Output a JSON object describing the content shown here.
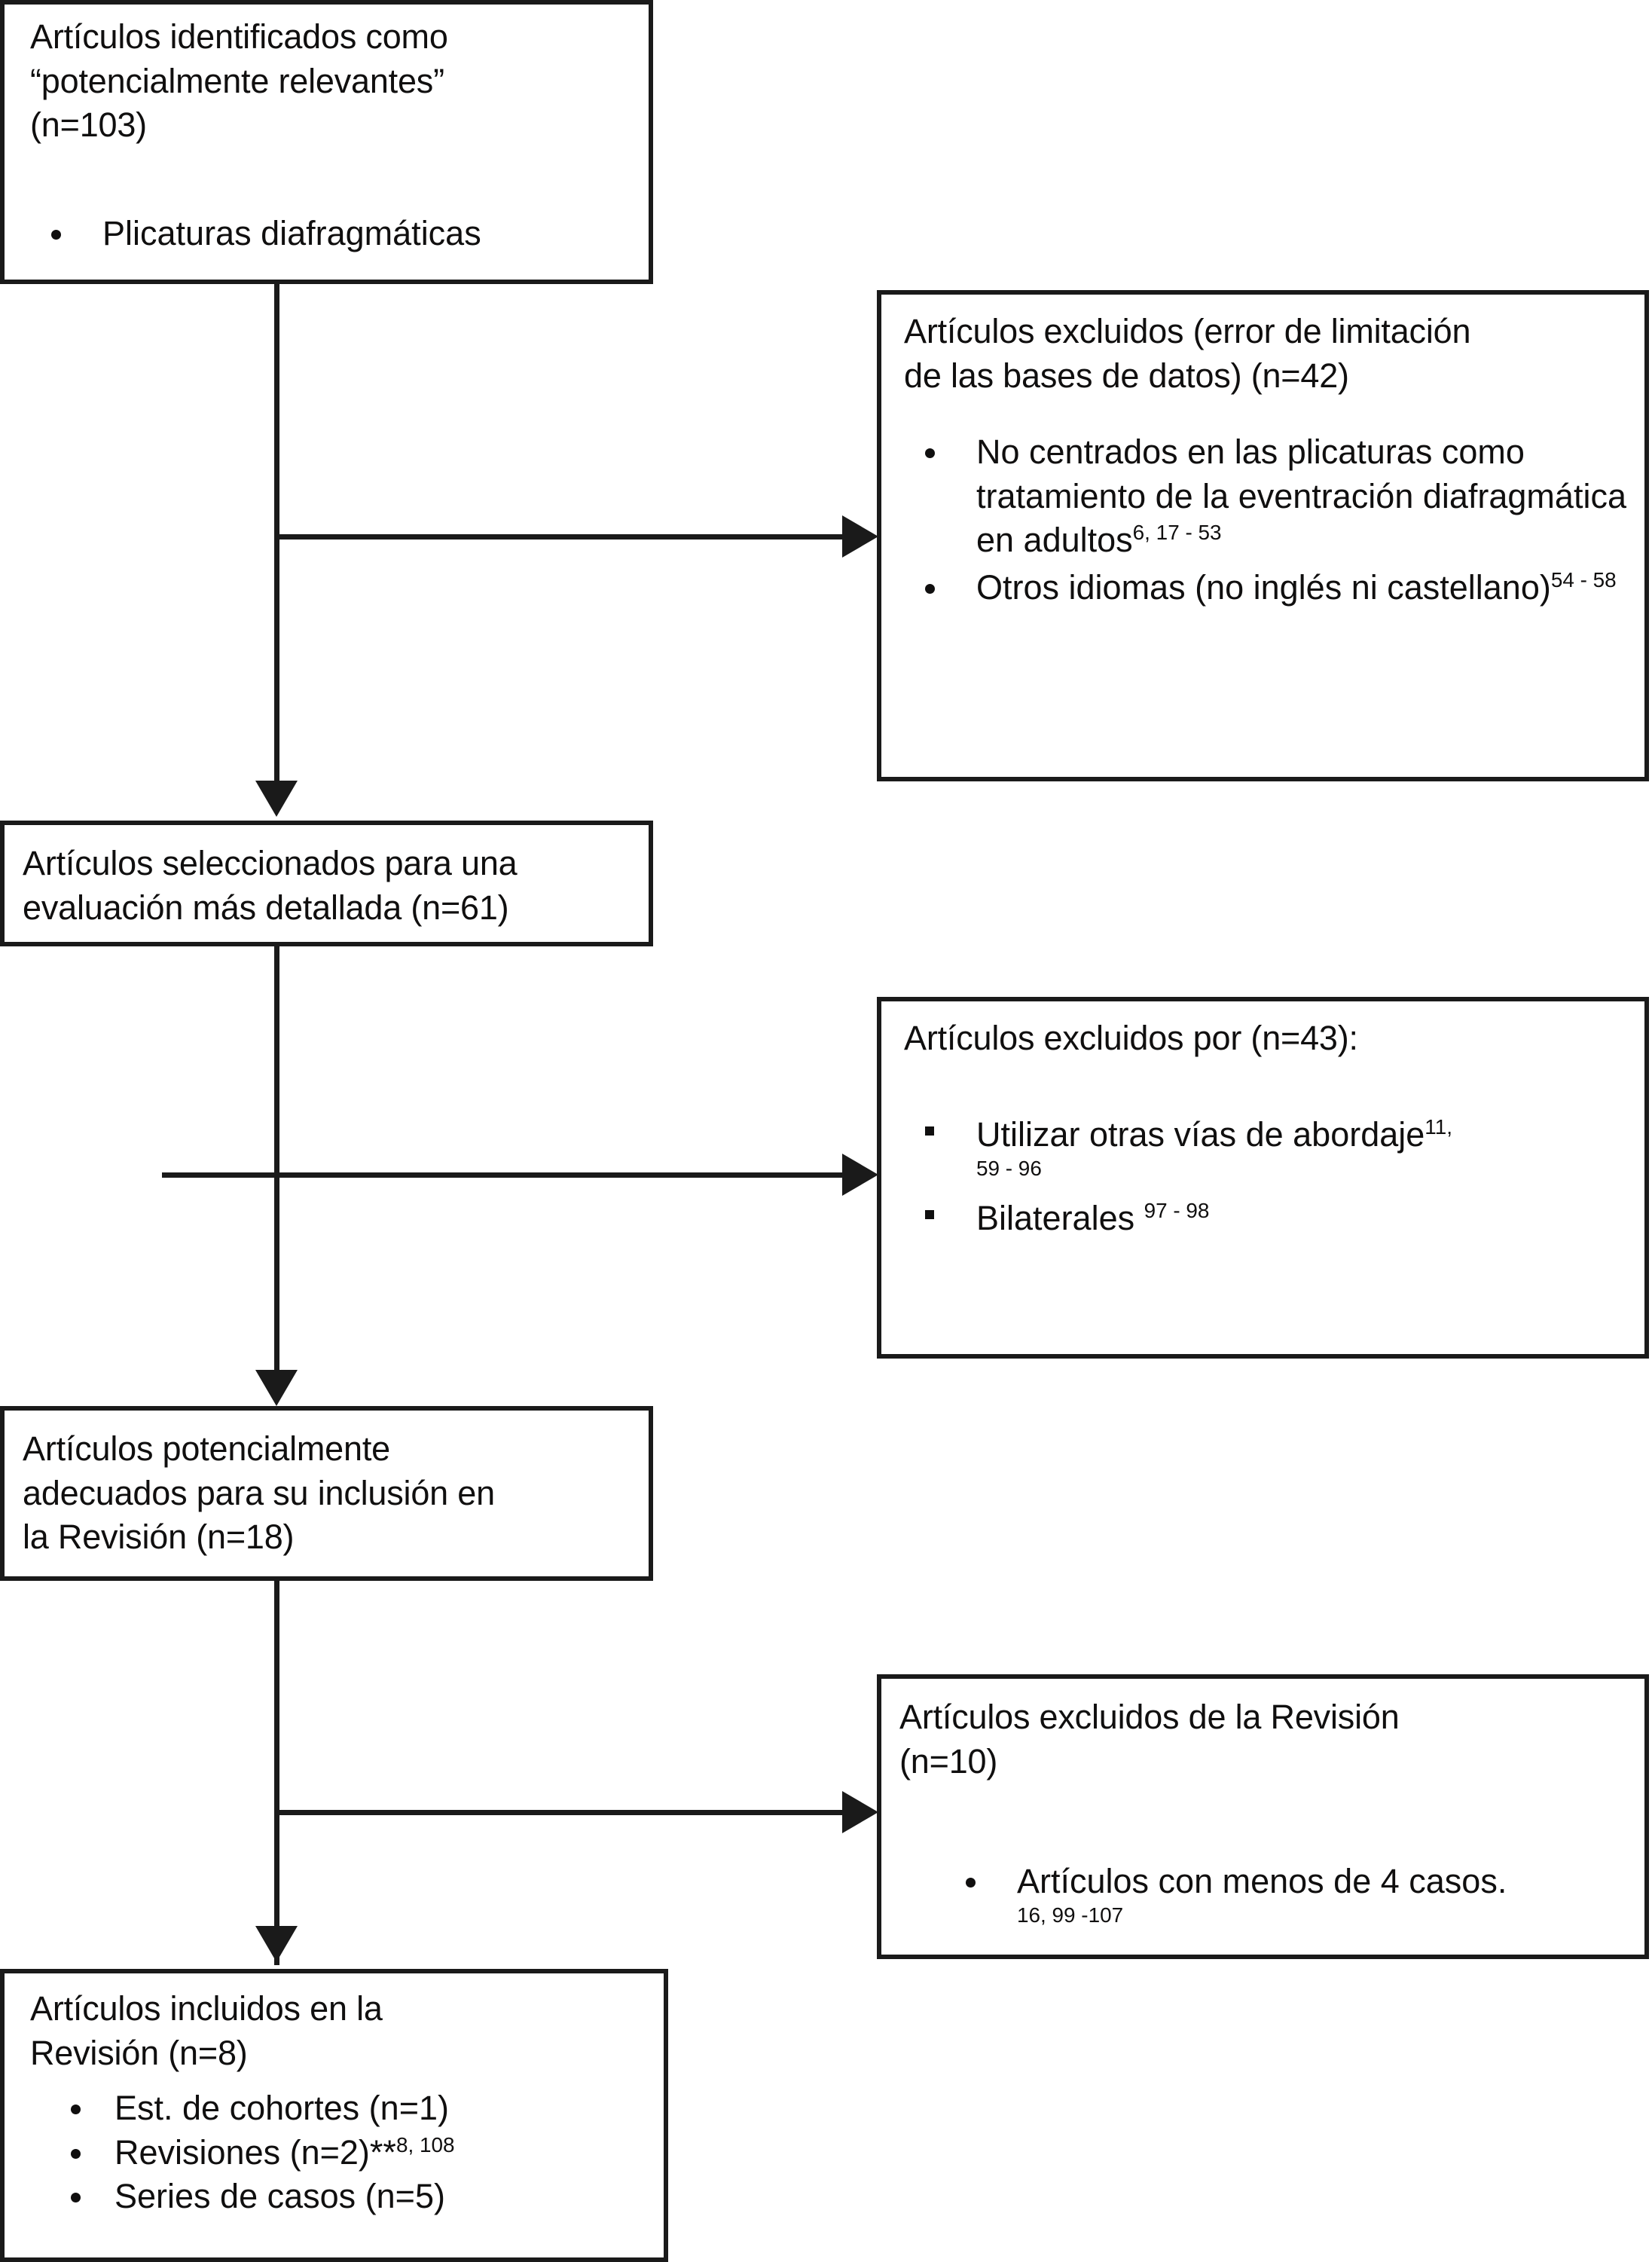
{
  "diagram": {
    "title": "Diagrama de flujo de seleccion de articulos",
    "language": "es",
    "colors": {
      "stroke": "#1a1a1a",
      "text": "#100f0f",
      "background": "#ffffff"
    }
  },
  "nodes": {
    "identified": {
      "line1": "Artículos identificados como",
      "line2": "“potencialmente relevantes”",
      "line3": "(n=103)",
      "bullets": [
        {
          "text": "Plicaturas diafragmáticas"
        }
      ]
    },
    "excluded_db": {
      "line1": "Artículos excluidos (error de limitación",
      "line2": "de las bases de datos) (n=42)",
      "bullets": [
        {
          "text": "No centrados en las plicaturas como tratamiento de la eventración diafragmática en adultos",
          "refs": "6, 17 - 53"
        },
        {
          "text": "Otros idiomas (no inglés ni castellano)",
          "refs": "54 - 58"
        }
      ]
    },
    "selected": {
      "line1": "Artículos seleccionados para una",
      "line2": "evaluación más detallada (n=61)"
    },
    "excluded_reasons": {
      "line1": "Artículos excluidos por (n=43):",
      "bullets": [
        {
          "text": "Utilizar otras vías de abordaje",
          "refs_sup": "11,",
          "refs_wrap": "59 - 96"
        },
        {
          "text": "Bilaterales ",
          "refs_sup": "97 - 98",
          "refs_wrap": ""
        }
      ]
    },
    "potentially_suitable": {
      "line1": "Artículos potencialmente",
      "line2": "adecuados para su inclusión en",
      "line3": "la Revisión (n=18)"
    },
    "excluded_review": {
      "line1": "Artículos excluidos de la Revisión",
      "line2": "(n=10)",
      "bullets": [
        {
          "text": "Artículos con menos de 4 casos.",
          "refs_wrap": "16, 99 -107"
        }
      ]
    },
    "included": {
      "line1": "Artículos incluidos en la",
      "line2": "Revisión (n=8)",
      "bullets": [
        {
          "text": "Est. de cohortes (n=1)",
          "refs": ""
        },
        {
          "text": "Revisiones (n=2)**",
          "refs": "8, 108"
        },
        {
          "text": "Series de casos (n=5)",
          "refs": ""
        }
      ]
    }
  },
  "connectors": [
    {
      "name": "identified-to-selected",
      "kind": "arrow-down"
    },
    {
      "name": "identified-to-excluded-db",
      "kind": "arrow-right"
    },
    {
      "name": "selected-to-potentially-suitable",
      "kind": "arrow-down"
    },
    {
      "name": "selected-to-excluded-reasons",
      "kind": "arrow-right"
    },
    {
      "name": "potentially-suitable-to-included",
      "kind": "arrow-down"
    },
    {
      "name": "potentially-suitable-to-excluded-review",
      "kind": "arrow-right"
    }
  ]
}
